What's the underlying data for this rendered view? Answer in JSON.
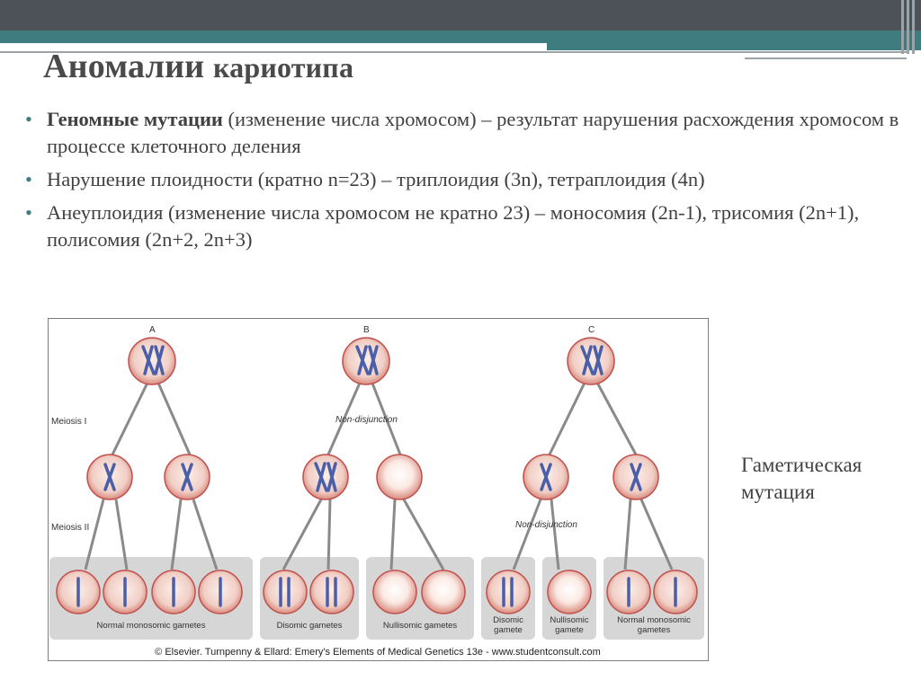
{
  "slide": {
    "title_main": "Аномалии",
    "title_rest": "кариотипа",
    "bullets": [
      {
        "bold": "Геномные мутации",
        "text": " (изменение числа хромосом) – результат нарушения расхождения хромосом в процессе клеточного деления"
      },
      {
        "bold": "",
        "text": "Нарушение плоидности (кратно n=23) – триплоидия (3n), тетраплоидия (4n)"
      },
      {
        "bold": "",
        "text": "Анеуплоидия (изменение числа хромосом не кратно 23) – моносомия (2n-1), трисомия (2n+1), полисомия (2n+2, 2n+3)"
      }
    ],
    "side_caption_line1": "Гаметическая",
    "side_caption_line2": "мутация"
  },
  "figure": {
    "panel_a": "A",
    "panel_b": "B",
    "panel_c": "C",
    "meiosis1": "Meiosis I",
    "meiosis2": "Meiosis II",
    "nondisjunction_b": "Non-disjunction",
    "nondisjunction_c": "Non-disjunction",
    "label_a_gametes": "Normal monosomic gametes",
    "label_b_disomic": "Disomic gametes",
    "label_b_nullisomic": "Nullisomic gametes",
    "label_c_disomic_1": "Disomic",
    "label_c_disomic_2": "gamete",
    "label_c_nullisomic_1": "Nullisomic",
    "label_c_nullisomic_2": "gamete",
    "label_c_normal_1": "Normal monosomic",
    "label_c_normal_2": "gametes",
    "copyright": "© Elsevier. Turnpenny & Ellard: Emery's Elements of Medical Genetics 13e - www.studentconsult.com"
  },
  "colors": {
    "accent": "#3f7c80",
    "dark_bar": "#4d5258",
    "cell_fill": "#f3d9d2",
    "cell_border": "#c0504d",
    "chromosome": "#4a5fa8",
    "branch_line": "#8a8a8a",
    "gamete_panel": "#d5d5d5"
  }
}
